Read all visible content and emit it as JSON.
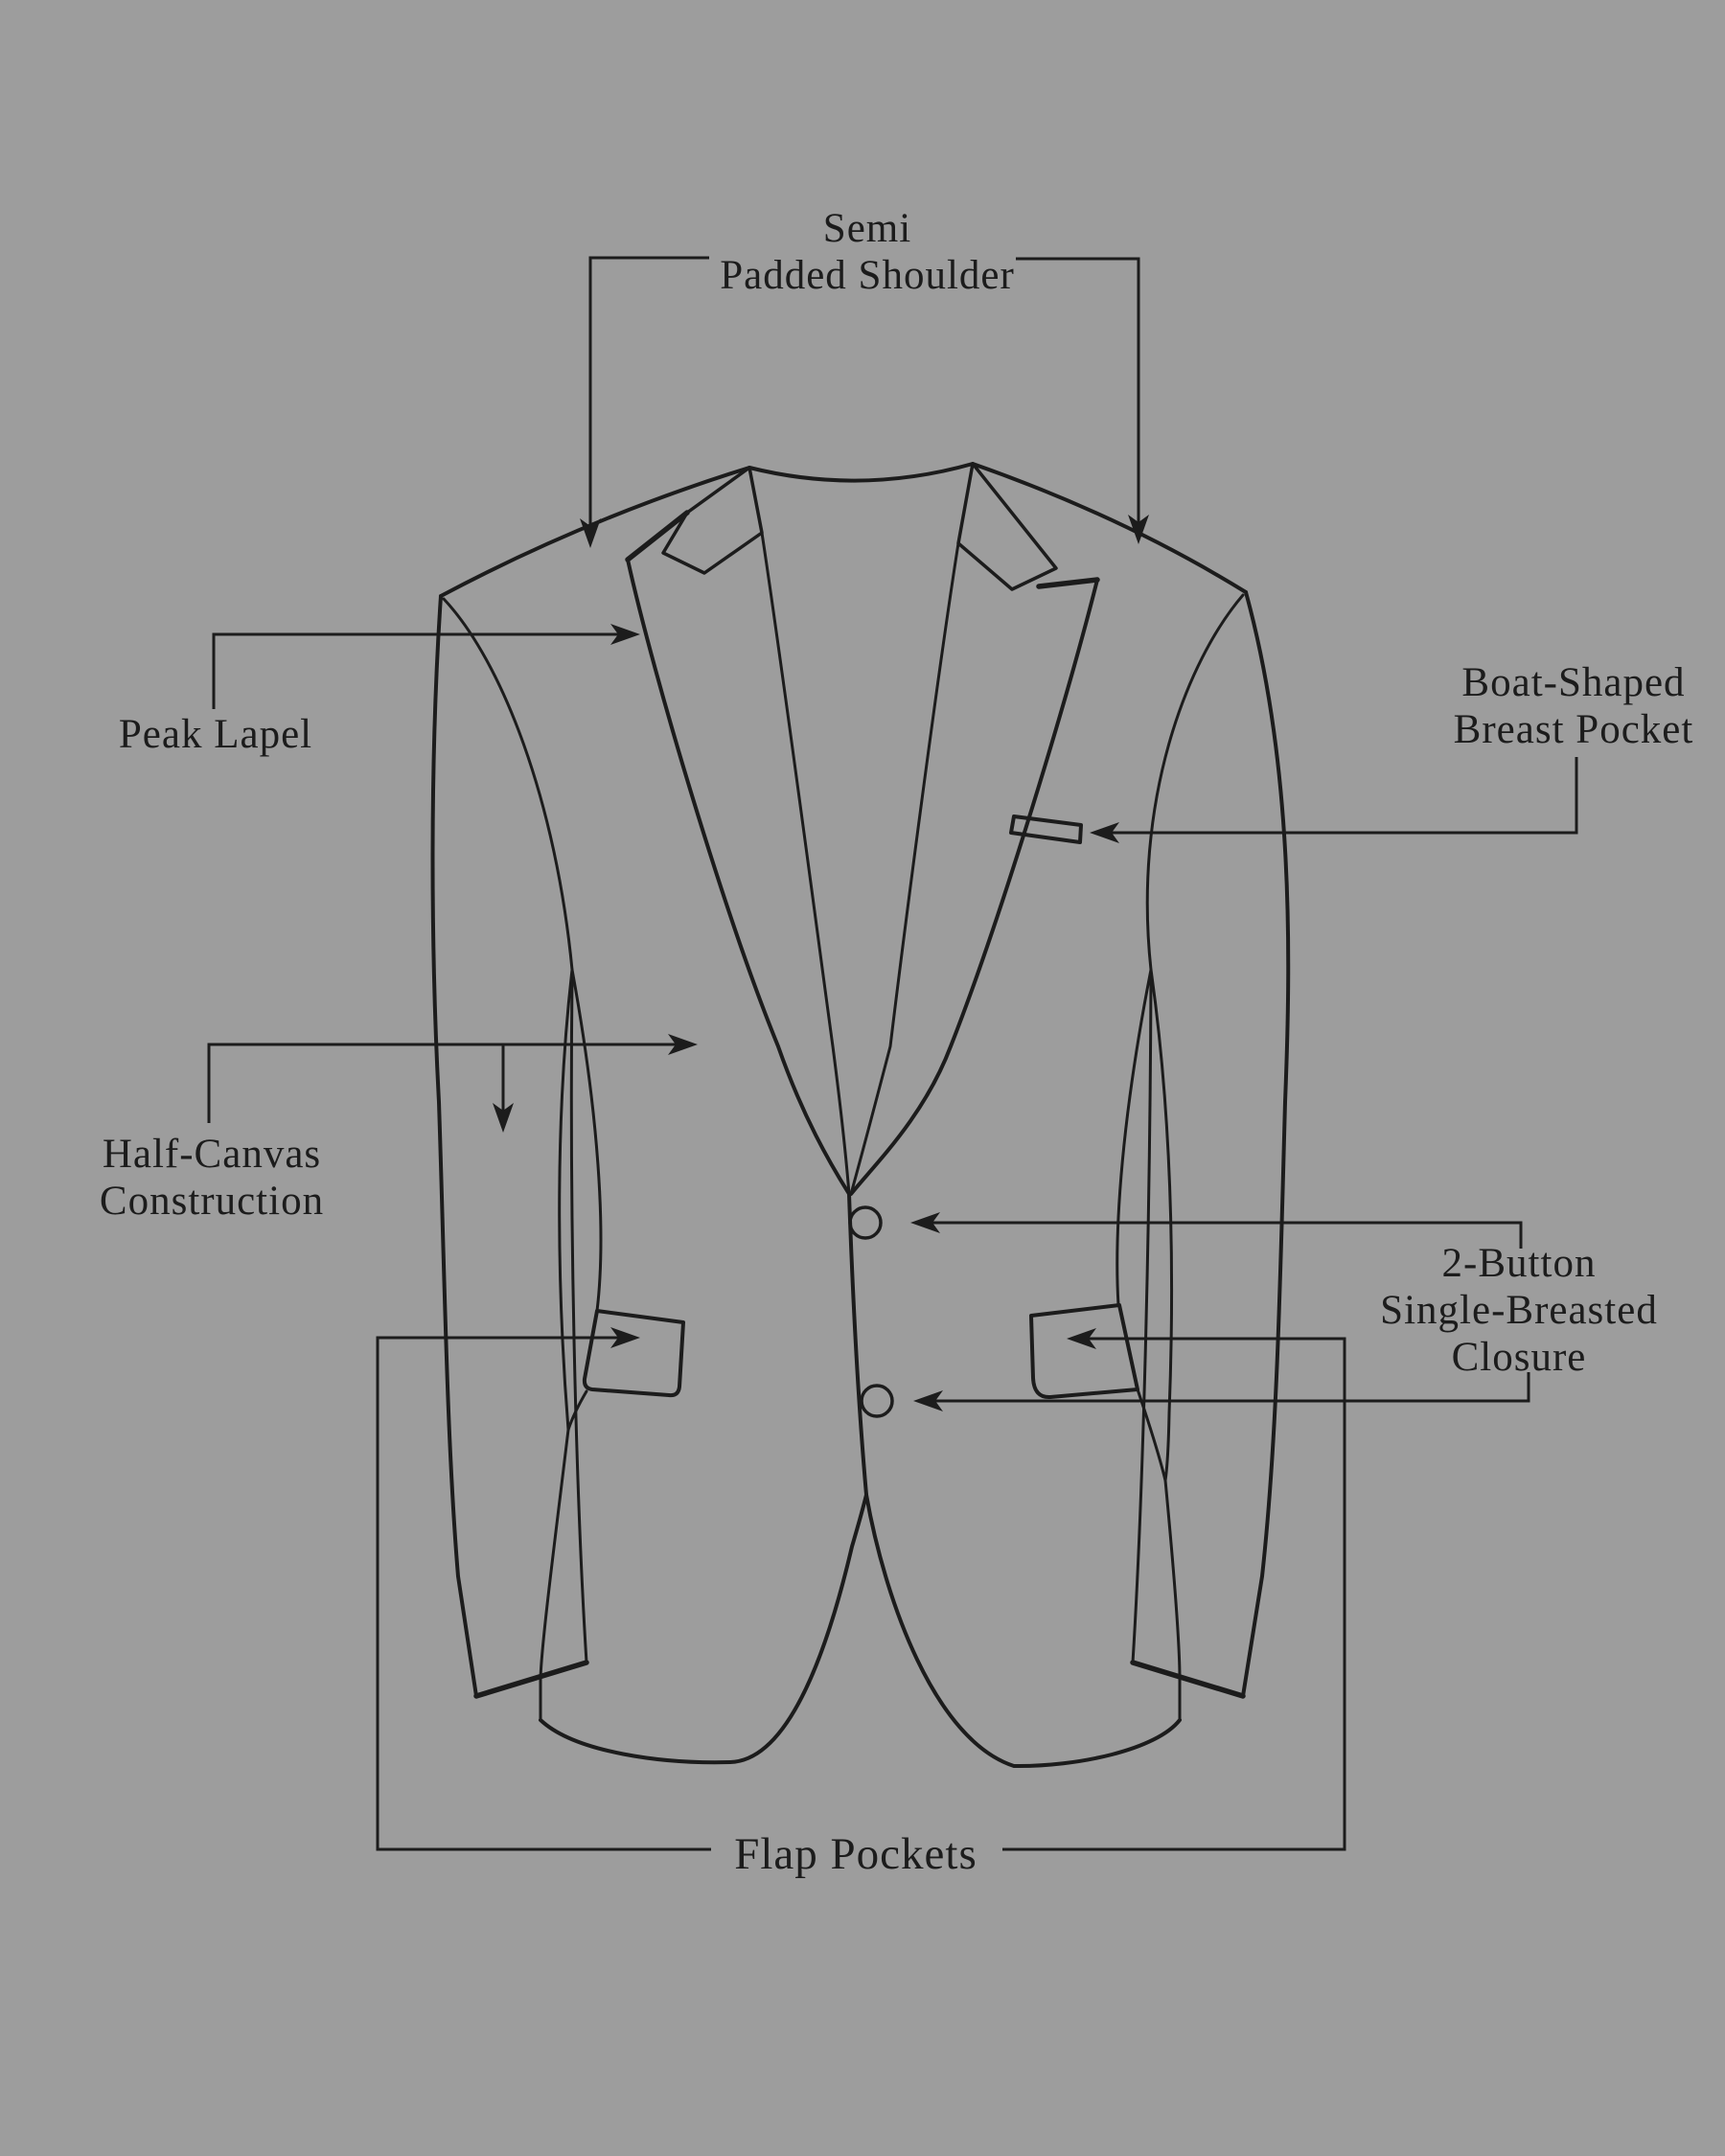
{
  "colors": {
    "background": "#9d9d9d",
    "ink": "#1c1c1c"
  },
  "illustration": {
    "subject": "suit jacket front-view line drawing",
    "button_count": "2"
  },
  "labels": {
    "shoulder": {
      "line1": "Semi",
      "line2": "Padded Shoulder"
    },
    "peak_lapel": {
      "text": "Peak Lapel"
    },
    "breast_pocket": {
      "line1": "Boat-Shaped",
      "line2": "Breast Pocket"
    },
    "half_canvas": {
      "line1": "Half-Canvas",
      "line2": "Construction"
    },
    "closure": {
      "line1": "2-Button",
      "line2": "Single-Breasted",
      "line3": "Closure"
    },
    "flap_pockets": {
      "text": "Flap Pockets"
    }
  }
}
